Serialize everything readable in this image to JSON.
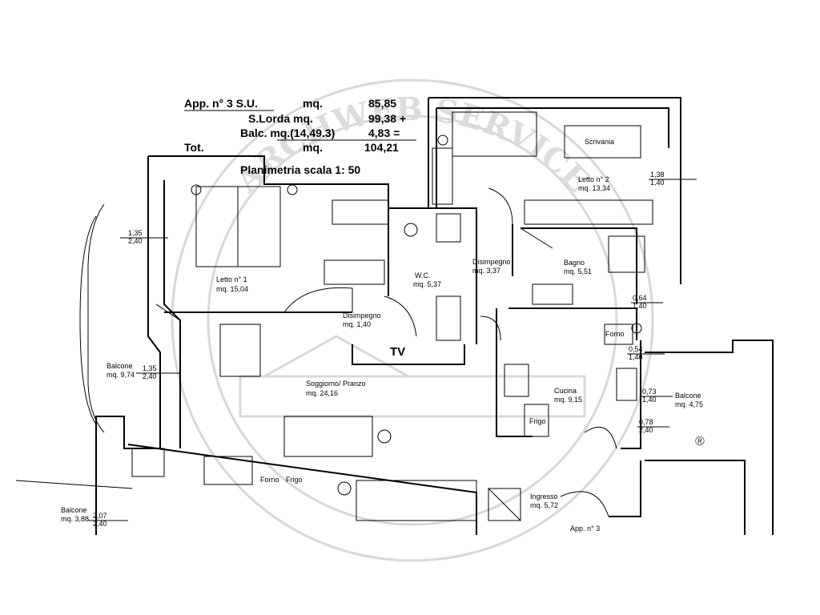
{
  "header": {
    "row1": [
      "App. n° 3 S.U.",
      "mq.",
      "85,85"
    ],
    "row2": [
      "S.Lorda mq.",
      "99,38 +"
    ],
    "row3": [
      "Balc. mq.(14,49.3)",
      "4,83 ="
    ],
    "row4": [
      "Tot.",
      "mq.",
      "104,21"
    ],
    "scale": "Planimetria  scala 1: 50"
  },
  "watermark": {
    "text": "ARCHWEB SERVICE",
    "mark": "®"
  },
  "rooms": {
    "letto2": [
      "Letto n° 2",
      "mq. 13,34"
    ],
    "scrivania": "Scrivania",
    "letto1": [
      "Letto n° 1",
      "mq. 15,04"
    ],
    "wc": [
      "W.C.",
      "mq. 5,37"
    ],
    "disimpegno1": [
      "Disimpegno",
      "mq. 3,37"
    ],
    "bagno": [
      "Bagno",
      "mq. 5,51"
    ],
    "disimpegno2": [
      "Disimpegno",
      "mq. 1,40"
    ],
    "tv": "TV",
    "forno1": "Forno",
    "cucina": [
      "Cucina",
      "mq. 9,15"
    ],
    "frigo1": "Frigo",
    "soggiorno": [
      "Soggiorno/ Pranzo",
      "mq. 24,16"
    ],
    "balcone1": [
      "Balcone",
      "mq. 9,74"
    ],
    "balcone2": [
      "Balcone",
      "mq. 4,75"
    ],
    "balcone3": [
      "Balcone",
      "mq. 3,88"
    ],
    "forno2": "Forno",
    "frigo2": "Frigo",
    "ingresso": [
      "Ingresso",
      "mq. 5,72"
    ],
    "app3": "App. n° 3"
  },
  "dimensions": {
    "d1": [
      "1,38",
      "1,40"
    ],
    "d2": [
      "1,35",
      "2,40"
    ],
    "d3": [
      "0,64",
      "1,40"
    ],
    "d4": [
      "0,54",
      "1,40"
    ],
    "d5": [
      "1,35",
      "2,40"
    ],
    "d6": [
      "0,73",
      "1,40"
    ],
    "d7": [
      "0,78",
      "2,40"
    ],
    "d8": [
      "2,07",
      "2,40"
    ]
  }
}
